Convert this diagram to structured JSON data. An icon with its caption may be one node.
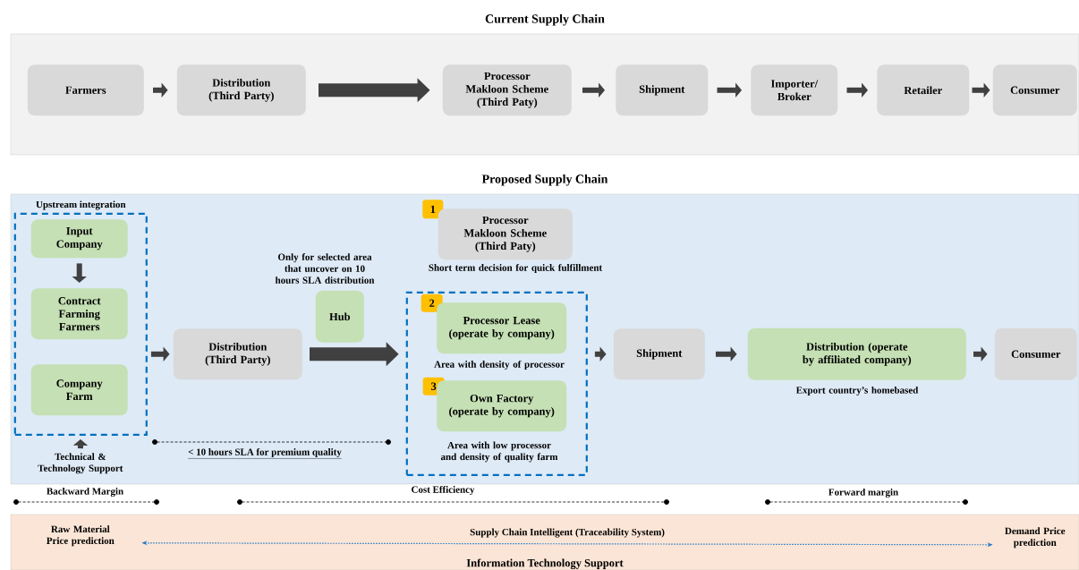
{
  "diagram": {
    "nodes": [
      {
        "text": [
          "Current Supply Chain"
        ]
      },
      {
        "text": [
          "Farmers"
        ],
        "in": 0
      },
      {
        "text": [
          "Distribution (Third Party)"
        ],
        "in": 0
      },
      {
        "text": [
          "Processor Makloon Scheme (Third Paty)"
        ],
        "in": 0
      },
      {
        "text": [
          "Shipment"
        ],
        "in": 0
      },
      {
        "text": [
          "Importer/ Broker"
        ],
        "in": 0
      },
      {
        "text": [
          "Retailer"
        ],
        "in": 0
      },
      {
        "text": [
          "Consumer"
        ],
        "in": 0
      },
      {
        "text": [
          "Proposed Supply Chain"
        ]
      },
      {
        "text": [
          "Upstream integration"
        ],
        "in": 8
      },
      {
        "text": [
          "Input Company"
        ],
        "in": 9
      },
      {
        "text": [
          "Contract Farming Farmers"
        ],
        "in": 9
      },
      {
        "text": [
          "Company Farm"
        ],
        "in": 9
      },
      {
        "text": [
          "Technical & Technology Support"
        ],
        "in": 8
      },
      {
        "text": [
          "Distribution (Third Party)"
        ],
        "in": 8
      },
      {
        "text": [
          "Hub"
        ],
        "in": 8,
        "beside": [
          "Only for selected area that uncover on 10 hours SLA distribution"
        ]
      },
      {
        "text": [
          "1"
        ],
        "in": 8
      },
      {
        "text": [
          "Processor Makloon Scheme (Third Paty)"
        ],
        "in": 8,
        "beside": [
          "Short term decision for quick fulfillment"
        ]
      },
      {
        "text": [],
        "shape": "box",
        "in": 8
      },
      {
        "text": [
          "2"
        ],
        "in": 18
      },
      {
        "text": [
          "Processor Lease (operate by company)"
        ],
        "in": 18,
        "beside": [
          "Area with density of processor"
        ]
      },
      {
        "text": [
          "3"
        ],
        "in": 18
      },
      {
        "text": [
          "Own Factory (operate by company)"
        ],
        "in": 18,
        "beside": [
          "Area with low processor and density of quality farm"
        ]
      },
      {
        "text": [
          "Shipment"
        ],
        "in": 8
      },
      {
        "text": [
          "Distribution (operate by affiliated company)"
        ],
        "in": 8,
        "beside": [
          "Export country’s homebased"
        ]
      },
      {
        "text": [
          "Consumer"
        ],
        "in": 8
      },
      {
        "text": [
          "Information Technology Support"
        ]
      },
      {
        "text": [
          "Raw Material Price prediction"
        ],
        "in": 26
      },
      {
        "text": [
          "Demand Price prediction"
        ],
        "in": 26
      }
    ],
    "edges": [
      {
        "from": 1,
        "to": 2,
        "arrow": "to"
      },
      {
        "from": 2,
        "to": 3,
        "arrow": "to",
        "style": "thick"
      },
      {
        "from": 3,
        "to": 4,
        "arrow": "to"
      },
      {
        "from": 4,
        "to": 5,
        "arrow": "to"
      },
      {
        "from": 5,
        "to": 6,
        "arrow": "to"
      },
      {
        "from": 6,
        "to": 7,
        "arrow": "to"
      },
      {
        "from": 10,
        "to": 11,
        "arrow": "to"
      },
      {
        "from": 13,
        "to": 9,
        "arrow": "to"
      },
      {
        "from": 9,
        "to": 14,
        "arrow": "to"
      },
      {
        "from": 14,
        "to": 18,
        "arrow": "to",
        "style": "thick"
      },
      {
        "from": 18,
        "to": 23,
        "arrow": "to"
      },
      {
        "from": 23,
        "to": 24,
        "arrow": "to"
      },
      {
        "from": 24,
        "to": 25,
        "arrow": "to"
      },
      {
        "from": 27,
        "to": 28,
        "arrow": "both",
        "style": "dashed",
        "color": "#1f78c8",
        "label": "Supply Chain Intelligent (Traceability System)"
      }
    ],
    "labels": [
      "< 10 hours SLA for premium quality",
      "Backward Margin",
      "Cost Efficiency",
      "Forward margin"
    ]
  }
}
